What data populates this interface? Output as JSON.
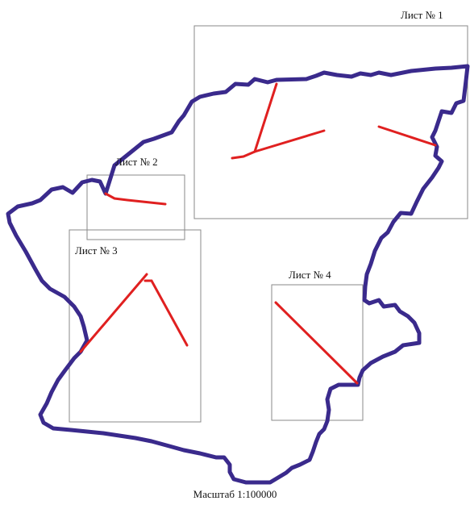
{
  "sheets": [
    {
      "id": "sheet-1",
      "label": "Лист № 1"
    },
    {
      "id": "sheet-2",
      "label": "Лист № 2"
    },
    {
      "id": "sheet-3",
      "label": "Лист № 3"
    },
    {
      "id": "sheet-4",
      "label": "Лист № 4"
    }
  ],
  "scale": "Масштаб 1:100000",
  "colors": {
    "boundary": "#3a2a8c",
    "route": "#e02020",
    "sheet_frame": "#8a8a8a",
    "text": "#111111"
  }
}
